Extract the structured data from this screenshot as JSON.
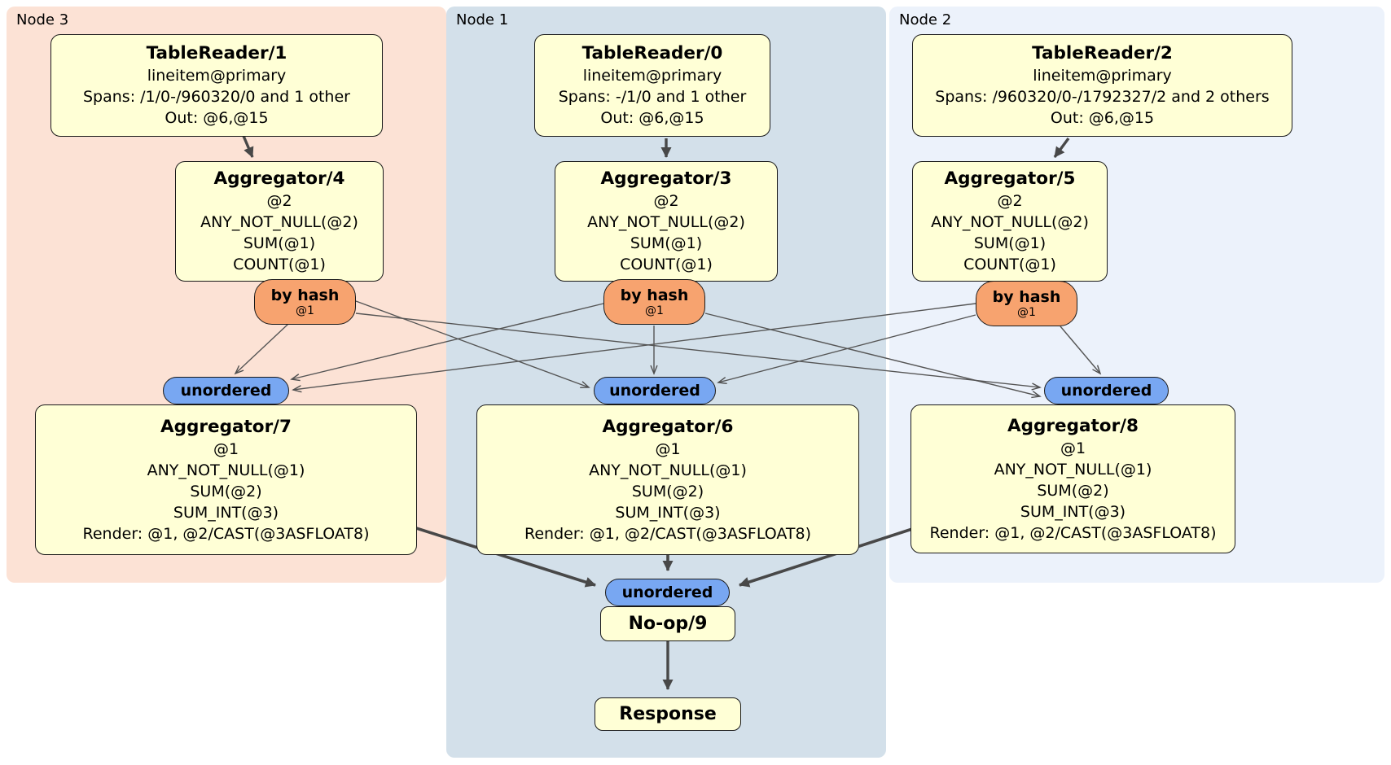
{
  "groups": [
    {
      "label": "Node 3",
      "table_reader": {
        "title": "TableReader/1",
        "lines": [
          "lineitem@primary",
          "Spans: /1/0-/960320/0 and 1 other",
          "Out: @6,@15"
        ]
      },
      "group_aggregator": {
        "title": "Aggregator/4",
        "lines": [
          "@2",
          "ANY_NOT_NULL(@2)",
          "SUM(@1)",
          "COUNT(@1)"
        ]
      },
      "router": {
        "label": "by hash",
        "detail": "@1"
      },
      "stream_sync": {
        "label": "unordered"
      },
      "final_aggregator": {
        "title": "Aggregator/7",
        "lines": [
          "@1",
          "ANY_NOT_NULL(@1)",
          "SUM(@2)",
          "SUM_INT(@3)",
          "Render: @1, @2/CAST(@3ASFLOAT8)"
        ]
      }
    },
    {
      "label": "Node 1",
      "table_reader": {
        "title": "TableReader/0",
        "lines": [
          "lineitem@primary",
          "Spans: -/1/0 and 1 other",
          "Out: @6,@15"
        ]
      },
      "group_aggregator": {
        "title": "Aggregator/3",
        "lines": [
          "@2",
          "ANY_NOT_NULL(@2)",
          "SUM(@1)",
          "COUNT(@1)"
        ]
      },
      "router": {
        "label": "by hash",
        "detail": "@1"
      },
      "stream_sync": {
        "label": "unordered"
      },
      "final_aggregator": {
        "title": "Aggregator/6",
        "lines": [
          "@1",
          "ANY_NOT_NULL(@1)",
          "SUM(@2)",
          "SUM_INT(@3)",
          "Render: @1, @2/CAST(@3ASFLOAT8)"
        ]
      }
    },
    {
      "label": "Node 2",
      "table_reader": {
        "title": "TableReader/2",
        "lines": [
          "lineitem@primary",
          "Spans: /960320/0-/1792327/2 and 2 others",
          "Out: @6,@15"
        ]
      },
      "group_aggregator": {
        "title": "Aggregator/5",
        "lines": [
          "@2",
          "ANY_NOT_NULL(@2)",
          "SUM(@1)",
          "COUNT(@1)"
        ]
      },
      "router": {
        "label": "by hash",
        "detail": "@1"
      },
      "stream_sync": {
        "label": "unordered"
      },
      "final_aggregator": {
        "title": "Aggregator/8",
        "lines": [
          "@1",
          "ANY_NOT_NULL(@1)",
          "SUM(@2)",
          "SUM_INT(@3)",
          "Render: @1, @2/CAST(@3ASFLOAT8)"
        ]
      }
    }
  ],
  "output_stage": {
    "stream_sync": {
      "label": "unordered"
    },
    "noop": {
      "title": "No-op/9"
    },
    "response": {
      "title": "Response"
    }
  },
  "colors": {
    "node3_bg": "#fce2d5",
    "node1_bg": "#d3e0ea",
    "node2_bg": "#ecf2fb",
    "processor_fill": "#ffffd6",
    "router_fill": "#f7a36f",
    "sync_fill": "#78a7f2",
    "edge": "#4a4a4a"
  }
}
